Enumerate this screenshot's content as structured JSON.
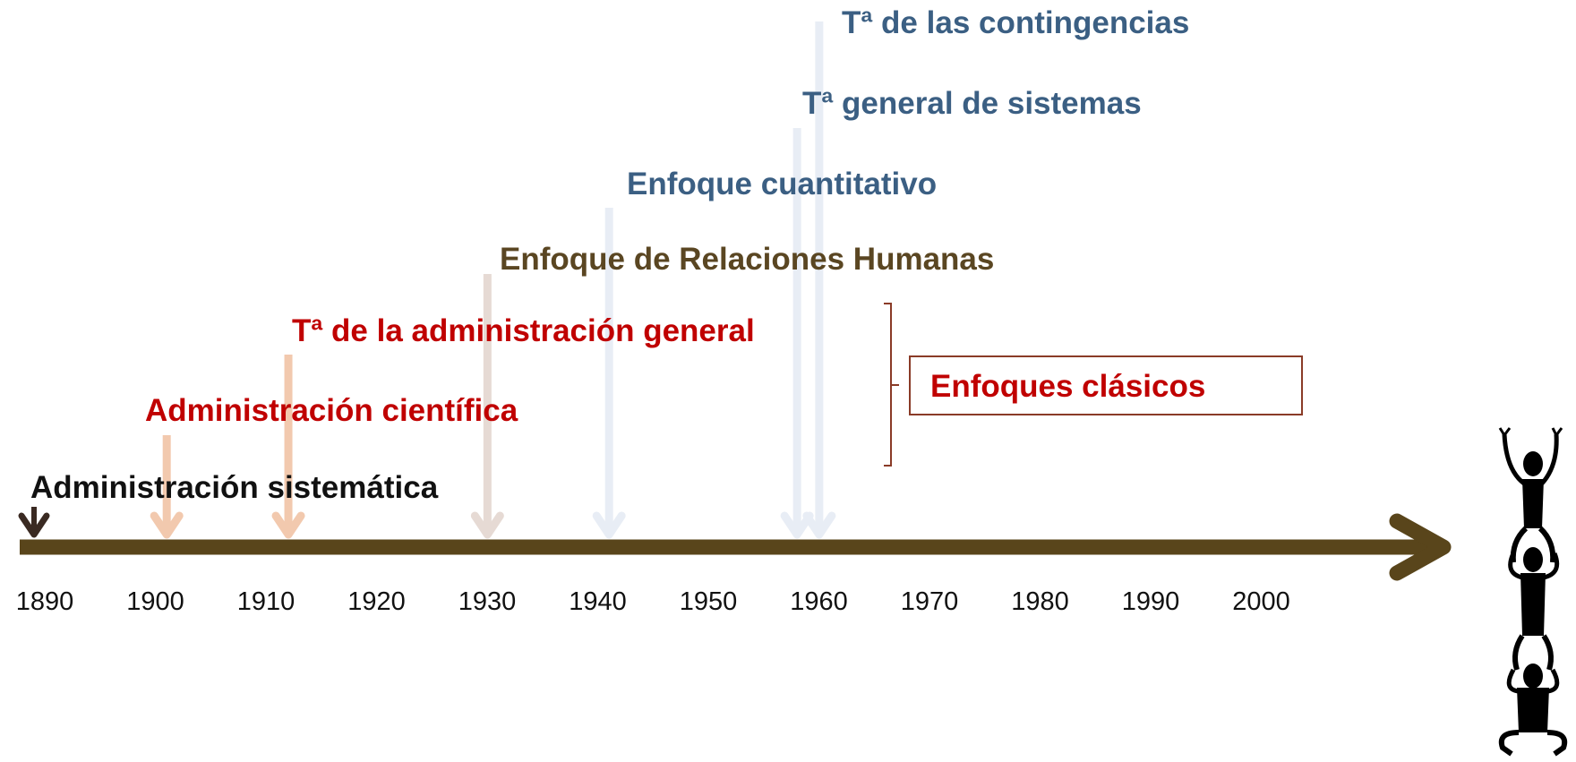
{
  "events": [
    {
      "label": "Administración sistemática",
      "year": 1890,
      "color": "#111111",
      "arrow_color": "#3a2a22"
    },
    {
      "label": "Administración científica",
      "year": 1902,
      "color": "#c00000",
      "arrow_color": "#f2c9ae"
    },
    {
      "label": "Tª de la administración general",
      "year": 1913,
      "color": "#c00000",
      "arrow_color": "#f2c9ae"
    },
    {
      "label": "Enfoque de Relaciones Humanas",
      "year": 1931,
      "color": "#5a4622",
      "arrow_color": "#e6dad4"
    },
    {
      "label": "Enfoque cuantitativo",
      "year": 1942,
      "color": "#3b5f83",
      "arrow_color": "#e8edf5"
    },
    {
      "label": "Tª general de sistemas",
      "year": 1959,
      "color": "#3b5f83",
      "arrow_color": "#e8edf5"
    },
    {
      "label": "Tª de las contingencias",
      "year": 1961,
      "color": "#3b5f83",
      "arrow_color": "#e8edf5"
    }
  ],
  "axis": {
    "ticks": [
      "1890",
      "1900",
      "1910",
      "1920",
      "1930",
      "1940",
      "1950",
      "1960",
      "1970",
      "1980",
      "1990",
      "2000"
    ],
    "color": "#59451b"
  },
  "group": {
    "label": "Enfoques clásicos",
    "color": "#c00000",
    "border_color": "#8a3b27"
  },
  "icons": {
    "decoration": "stacked-people-icon"
  }
}
